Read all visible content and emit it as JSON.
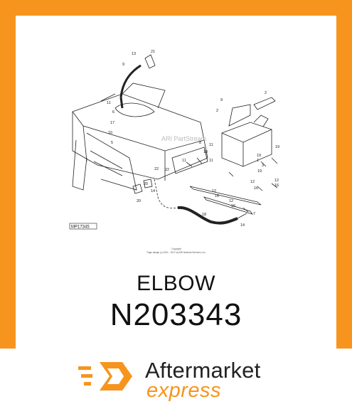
{
  "diagram": {
    "image_ref": "MP17345",
    "watermark": "ARI PartStream",
    "copyright_line1": "Copyright",
    "copyright_line2": "Page design (c) 2001 - 2017 by ARI Network Services, Inc.",
    "callouts": [
      "21",
      "13",
      "9",
      "11",
      "6",
      "17",
      "10",
      "5",
      "8",
      "9",
      "2",
      "2",
      "18",
      "11",
      "11",
      "19",
      "19",
      "19",
      "1",
      "3",
      "12",
      "16",
      "22",
      "22",
      "11",
      "20",
      "14",
      "20",
      "18",
      "12",
      "16",
      "12",
      "16",
      "12",
      "16",
      "16",
      "7",
      "14"
    ]
  },
  "part": {
    "title": "ELBOW",
    "number": "N203343"
  },
  "brand": {
    "name_line1": "Aftermarket",
    "name_line2": "express",
    "accent_color": "#f7941d"
  }
}
